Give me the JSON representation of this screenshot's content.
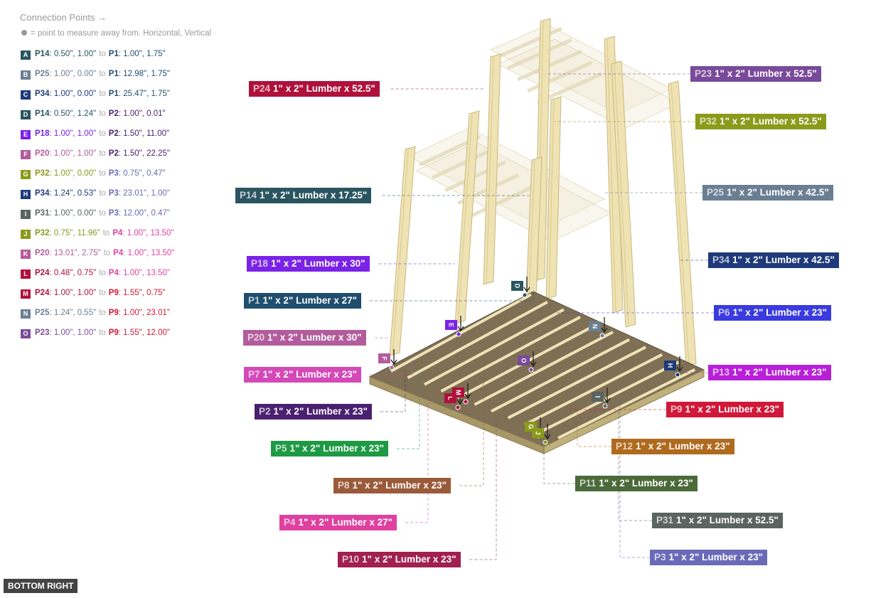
{
  "legend": {
    "title": "Connection Points →",
    "note": "= point to measure away from. Horizontal, Vertical"
  },
  "connections": [
    {
      "letter": "A",
      "color": "#2a5560",
      "from": "P14",
      "from_xy": "0.50\", 1.00\"",
      "from_color": "#2a5560",
      "to_label": "to",
      "to": "P1",
      "to_xy": "1.00\", 1.75\"",
      "to_color": "#1f4e6e"
    },
    {
      "letter": "B",
      "color": "#6b7f93",
      "from": "P25",
      "from_xy": "1.00\", 0.00\"",
      "from_color": "#6b7f93",
      "to_label": "to",
      "to": "P1",
      "to_xy": "12.98\", 1.75\"",
      "to_color": "#1f4e6e"
    },
    {
      "letter": "C",
      "color": "#1e3a7a",
      "from": "P34",
      "from_xy": "1.00\", 0.00\"",
      "from_color": "#1e3a7a",
      "to_label": "to",
      "to": "P1",
      "to_xy": "25.47\", 1.75\"",
      "to_color": "#1f4e6e"
    },
    {
      "letter": "D",
      "color": "#2a5560",
      "from": "P14",
      "from_xy": "0.50\", 1.24\"",
      "from_color": "#2a5560",
      "to_label": "to",
      "to": "P2",
      "to_xy": "1.00\", 0.01\"",
      "to_color": "#4a2070"
    },
    {
      "letter": "E",
      "color": "#7a22e8",
      "from": "P18",
      "from_xy": "1.00\", 1.00\"",
      "from_color": "#7a22e8",
      "to_label": "to",
      "to": "P2",
      "to_xy": "1.50\", 11.00\"",
      "to_color": "#4a2070"
    },
    {
      "letter": "F",
      "color": "#b25c9c",
      "from": "P20",
      "from_xy": "1.00\", 1.00\"",
      "from_color": "#b25c9c",
      "to_label": "to",
      "to": "P2",
      "to_xy": "1.50\", 22.25\"",
      "to_color": "#4a2070"
    },
    {
      "letter": "G",
      "color": "#8a9a1a",
      "from": "P32",
      "from_xy": "1.00\", 0.00\"",
      "from_color": "#8a9a1a",
      "to_label": "to",
      "to": "P3",
      "to_xy": "0.75\", 0.47\"",
      "to_color": "#6a6ab8"
    },
    {
      "letter": "H",
      "color": "#1e3a7a",
      "from": "P34",
      "from_xy": "1.24\", 0.53\"",
      "from_color": "#1e3a7a",
      "to_label": "to",
      "to": "P3",
      "to_xy": "23.01\", 1.00\"",
      "to_color": "#6a6ab8"
    },
    {
      "letter": "I",
      "color": "#5a6460",
      "from": "P31",
      "from_xy": "1.00\", 0.00\"",
      "from_color": "#5a6460",
      "to_label": "to",
      "to": "P3",
      "to_xy": "12.00\", 0.47\"",
      "to_color": "#6a6ab8"
    },
    {
      "letter": "J",
      "color": "#8a9a1a",
      "from": "P32",
      "from_xy": "0.75\", 11.96\"",
      "from_color": "#8a9a1a",
      "to_label": "to",
      "to": "P4",
      "to_xy": "1.00\", 13.50\"",
      "to_color": "#e040a0"
    },
    {
      "letter": "K",
      "color": "#b25c9c",
      "from": "P20",
      "from_xy": "13.01\", 2.75\"",
      "from_color": "#b25c9c",
      "to_label": "to",
      "to": "P4",
      "to_xy": "1.00\", 13.50\"",
      "to_color": "#e040a0"
    },
    {
      "letter": "L",
      "color": "#b0103c",
      "from": "P24",
      "from_xy": "0.48\", 0.75\"",
      "from_color": "#b0103c",
      "to_label": "to",
      "to": "P4",
      "to_xy": "1.00\", 13.50\"",
      "to_color": "#e040a0"
    },
    {
      "letter": "M",
      "color": "#b0103c",
      "from": "P24",
      "from_xy": "1.00\", 1.00\"",
      "from_color": "#b0103c",
      "to_label": "to",
      "to": "P9",
      "to_xy": "1.55\", 0.75\"",
      "to_color": "#d01838"
    },
    {
      "letter": "N",
      "color": "#6b7f93",
      "from": "P25",
      "from_xy": "1.24\", 0.55\"",
      "from_color": "#6b7f93",
      "to_label": "to",
      "to": "P9",
      "to_xy": "1.00\", 23.01\"",
      "to_color": "#d01838"
    },
    {
      "letter": "O",
      "color": "#7a4a9a",
      "from": "P23",
      "from_xy": "1.00\", 1.00\"",
      "from_color": "#7a4a9a",
      "to_label": "to",
      "to": "P9",
      "to_xy": "1.55\", 12.00\"",
      "to_color": "#d01838"
    }
  ],
  "parts": [
    {
      "id": "P24",
      "desc": "1\" x 2\" Lumber x 52.5\"",
      "color": "#b0103c"
    },
    {
      "id": "P23",
      "desc": "1\" x 2\" Lumber x 52.5\"",
      "color": "#7a4a9a"
    },
    {
      "id": "P32",
      "desc": "1\" x 2\" Lumber x 52.5\"",
      "color": "#8a9a1a"
    },
    {
      "id": "P14",
      "desc": "1\" x 2\" Lumber x 17.25\"",
      "color": "#2a5560"
    },
    {
      "id": "P25",
      "desc": "1\" x 2\" Lumber x 42.5\"",
      "color": "#6b7f93"
    },
    {
      "id": "P18",
      "desc": "1\" x 2\" Lumber x 30\"",
      "color": "#7a22e8"
    },
    {
      "id": "P34",
      "desc": "1\" x 2\" Lumber x 42.5\"",
      "color": "#1e3a7a"
    },
    {
      "id": "P1",
      "desc": "1\" x 2\" Lumber x 27\"",
      "color": "#1f4e6e"
    },
    {
      "id": "P6",
      "desc": "1\" x 2\" Lumber x 23\"",
      "color": "#3a3ae0"
    },
    {
      "id": "P20",
      "desc": "1\" x 2\" Lumber x 30\"",
      "color": "#b25c9c"
    },
    {
      "id": "P7",
      "desc": "1\" x 2\" Lumber x 23\"",
      "color": "#d448b8"
    },
    {
      "id": "P13",
      "desc": "1\" x 2\" Lumber x 23\"",
      "color": "#b820d8"
    },
    {
      "id": "P2",
      "desc": "1\" x 2\" Lumber x 23\"",
      "color": "#4a2070"
    },
    {
      "id": "P9",
      "desc": "1\" x 2\" Lumber x 23\"",
      "color": "#d01838"
    },
    {
      "id": "P5",
      "desc": "1\" x 2\" Lumber x 23\"",
      "color": "#1e9a44"
    },
    {
      "id": "P12",
      "desc": "1\" x 2\" Lumber x 23\"",
      "color": "#b06a1e"
    },
    {
      "id": "P8",
      "desc": "1\" x 2\" Lumber x 23\"",
      "color": "#9a5a3a"
    },
    {
      "id": "P11",
      "desc": "1\" x 2\" Lumber x 23\"",
      "color": "#4a6a3a"
    },
    {
      "id": "P4",
      "desc": "1\" x 2\" Lumber x 27\"",
      "color": "#e040a0"
    },
    {
      "id": "P31",
      "desc": "1\" x 2\" Lumber x 52.5\"",
      "color": "#5a6460"
    },
    {
      "id": "P10",
      "desc": "1\" x 2\" Lumber x 23\"",
      "color": "#a02050"
    },
    {
      "id": "P3",
      "desc": "1\" x 2\" Lumber x 23\"",
      "color": "#6a6ab8"
    }
  ],
  "markers": [
    {
      "letter": "D",
      "color": "#2a5560"
    },
    {
      "letter": "E",
      "color": "#7a22e8"
    },
    {
      "letter": "F",
      "color": "#b25c9c"
    },
    {
      "letter": "N",
      "color": "#6b7f93"
    },
    {
      "letter": "O",
      "color": "#7a4a9a"
    },
    {
      "letter": "H",
      "color": "#1e3a7a"
    },
    {
      "letter": "L",
      "color": "#b0103c"
    },
    {
      "letter": "M",
      "color": "#b0103c"
    },
    {
      "letter": "I",
      "color": "#5a6460"
    },
    {
      "letter": "G",
      "color": "#8a9a1a"
    },
    {
      "letter": "J",
      "color": "#8a9a1a"
    }
  ],
  "view_label": "BOTTOM RIGHT"
}
